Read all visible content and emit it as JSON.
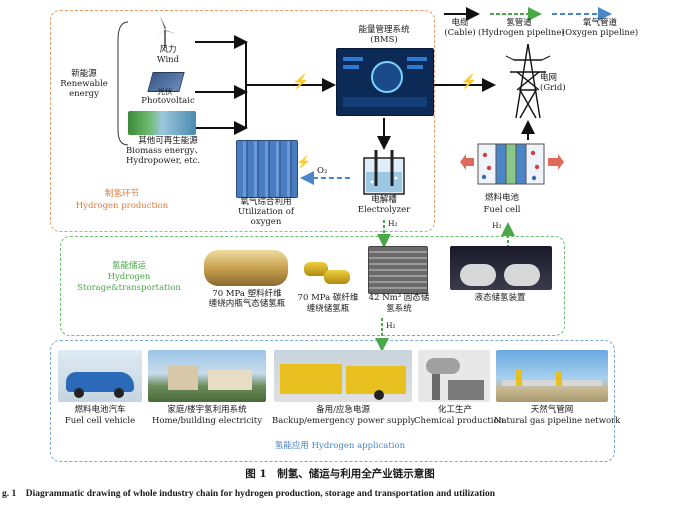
{
  "legend": {
    "cable": {
      "label_cn": "电缆",
      "label_en": "(Cable)",
      "color": "#000000"
    },
    "hydrogen": {
      "label_cn": "氢管道",
      "label_en": "(Hydrogen pipeline)",
      "color": "#4aa84a"
    },
    "oxygen": {
      "label_cn": "氧气管道",
      "label_en": "(Oxygen pipeline)",
      "color": "#4a86c8"
    }
  },
  "production": {
    "section_cn": "制氢环节",
    "section_en": "Hydrogen production",
    "color": "#e07a3a",
    "renewable_cn": "新能源",
    "renewable_en": "Renewable energy",
    "wind_cn": "风力",
    "wind_en": "Wind",
    "pv_cn": "光伏",
    "pv_en": "Photovoltaic",
    "other_cn": "其他可再生能源",
    "other_en": "Biomass energy、Hydropower, etc.",
    "bms_cn": "能量管理系统",
    "bms_en": "(BMS)",
    "grid_cn": "电网",
    "grid_en": "(Grid)",
    "oxygen_cn": "氧气综合利用",
    "oxygen_en1": "Utilization of",
    "oxygen_en2": "oxygen",
    "o2": "O₂",
    "electrolyzer_cn": "电解槽",
    "electrolyzer_en": "Electrolyzer",
    "h2_label": "H₂",
    "fuelcell_cn": "燃料电池",
    "fuelcell_en": "Fuel cell"
  },
  "storage": {
    "section_cn": "氢能储运",
    "section_en1": "Hydrogen",
    "section_en2": "Storage&transportation",
    "color": "#4aa84a",
    "items": [
      {
        "line1": "70 MPa 塑料纤维",
        "line2": "缠绕内瓶气态储氢瓶"
      },
      {
        "line1": "70 MPa 碳纤维",
        "line2": "缠绕储氢瓶"
      },
      {
        "line1": "42 Nm³ 固态储",
        "line2": "氢系统"
      },
      {
        "line1": "液态储氢装置",
        "line2": ""
      }
    ],
    "h2_label": "H₂"
  },
  "application": {
    "section": "氢能应用 Hydrogen application",
    "color": "#4a86c8",
    "items": [
      {
        "cn": "燃料电池汽车",
        "en": "Fuel cell vehicle"
      },
      {
        "cn": "家庭/楼宇氢利用系统",
        "en": "Home/building electricity"
      },
      {
        "cn": "备用/应急电源",
        "en": "Backup/emergency power supply"
      },
      {
        "cn": "化工生产",
        "en": "Chemical production"
      },
      {
        "cn": "天然气管网",
        "en": "Natural gas pipeline network"
      }
    ]
  },
  "caption": {
    "cn": "图 1　制氢、储运与利用全产业链示意图",
    "en": "g. 1　Diagrammatic drawing of whole industry chain for hydrogen production, storage and transportation and utilization"
  }
}
